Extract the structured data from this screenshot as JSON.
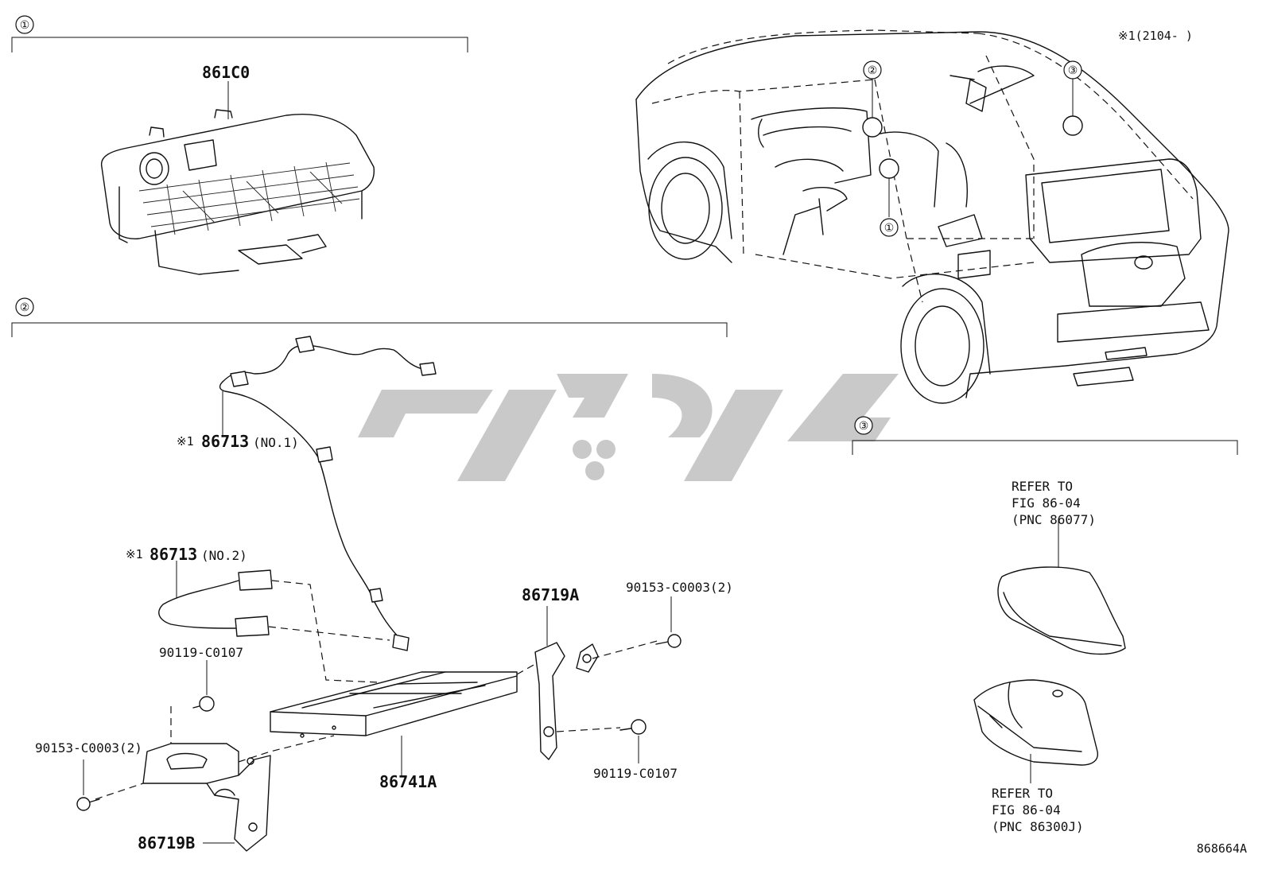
{
  "groups": [
    {
      "num": "①"
    },
    {
      "num": "②"
    },
    {
      "num": "③"
    }
  ],
  "vehicle_callouts": [
    "②",
    "③",
    "①"
  ],
  "footnote": "※1(2104-     )",
  "parts": {
    "receiver": "861C0",
    "antenna_cord_no1_mark": "※1",
    "antenna_cord_no1": "86713",
    "antenna_cord_no1_suffix": "(NO.1)",
    "antenna_cord_no2_mark": "※1",
    "antenna_cord_no2": "86713",
    "antenna_cord_no2_suffix": "(NO.2)",
    "screw_a": "90119-C0107",
    "bolt_a": "90153-C0003(2)",
    "bracket_a": "86719A",
    "bolt_b": "90153-C0003(2)",
    "amplifier": "86741A",
    "screw_b": "90119-C0107",
    "bracket_b": "86719B"
  },
  "refs": {
    "ref1": [
      "REFER TO",
      "FIG 86-04",
      "(PNC 86077)"
    ],
    "ref2": [
      "REFER TO",
      "FIG 86-04",
      "(PNC 86300J)"
    ]
  },
  "watermark": "تویوپارت",
  "illustration_id": "868664A"
}
